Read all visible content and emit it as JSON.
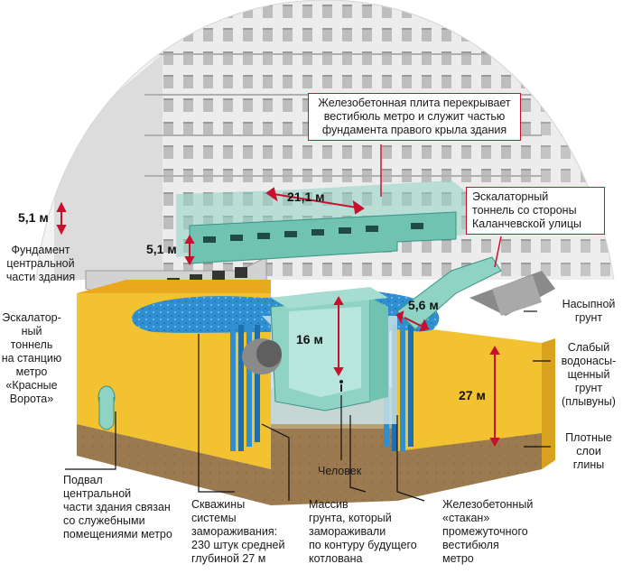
{
  "dimensions": {
    "top_left_height": "5,1 м",
    "slab_height": "5,1 м",
    "slab_width": "21,1 м",
    "tunnel_gap": "5,6 м",
    "shaft_depth": "16 м",
    "soil_depth": "27 м"
  },
  "callouts": {
    "slab": [
      "Железобетонная плита перекрывает",
      "вестибюль метро и служит частью",
      "фундамента правого крыла здания"
    ],
    "escalator_right": [
      "Эскалаторный",
      "тоннель со стороны",
      "Каланчевской улицы"
    ]
  },
  "labels": {
    "foundation": [
      "Фундамент",
      "центральной",
      "части здания"
    ],
    "escalator_left": [
      "Эскалатор-",
      "ный тоннель",
      "на станцию",
      "метро",
      "«Красные",
      "Ворота»"
    ],
    "basement": [
      "Подвал",
      "центральной",
      "части здания связан",
      "со служебными",
      "помещениями метро"
    ],
    "wells": [
      "Скважины",
      "системы",
      "замораживания:",
      "230 штук средней",
      "глубиной 27 м"
    ],
    "frozen_ground": [
      "Массив",
      "грунта, который",
      "замораживали",
      "по контуру будущего",
      "котлована"
    ],
    "glass": [
      "Железобетонный",
      "«стакан»",
      "промежуточного",
      "вестибюля",
      "метро"
    ],
    "person": [
      "Человек"
    ],
    "fill_soil": [
      "Насыпной",
      "грунт"
    ],
    "weak_soil": [
      "Слабый",
      "водонасы-",
      "щенный",
      "грунт",
      "(плывуны)"
    ],
    "clay": [
      "Плотные",
      "слои",
      "глины"
    ]
  },
  "colors": {
    "accent": "#c8102e",
    "sand": "#f2c230",
    "water": "#2f8fd0",
    "concrete": "#8fd3c4",
    "clay": "#9a7a4e",
    "building": "#e9e9e9"
  }
}
